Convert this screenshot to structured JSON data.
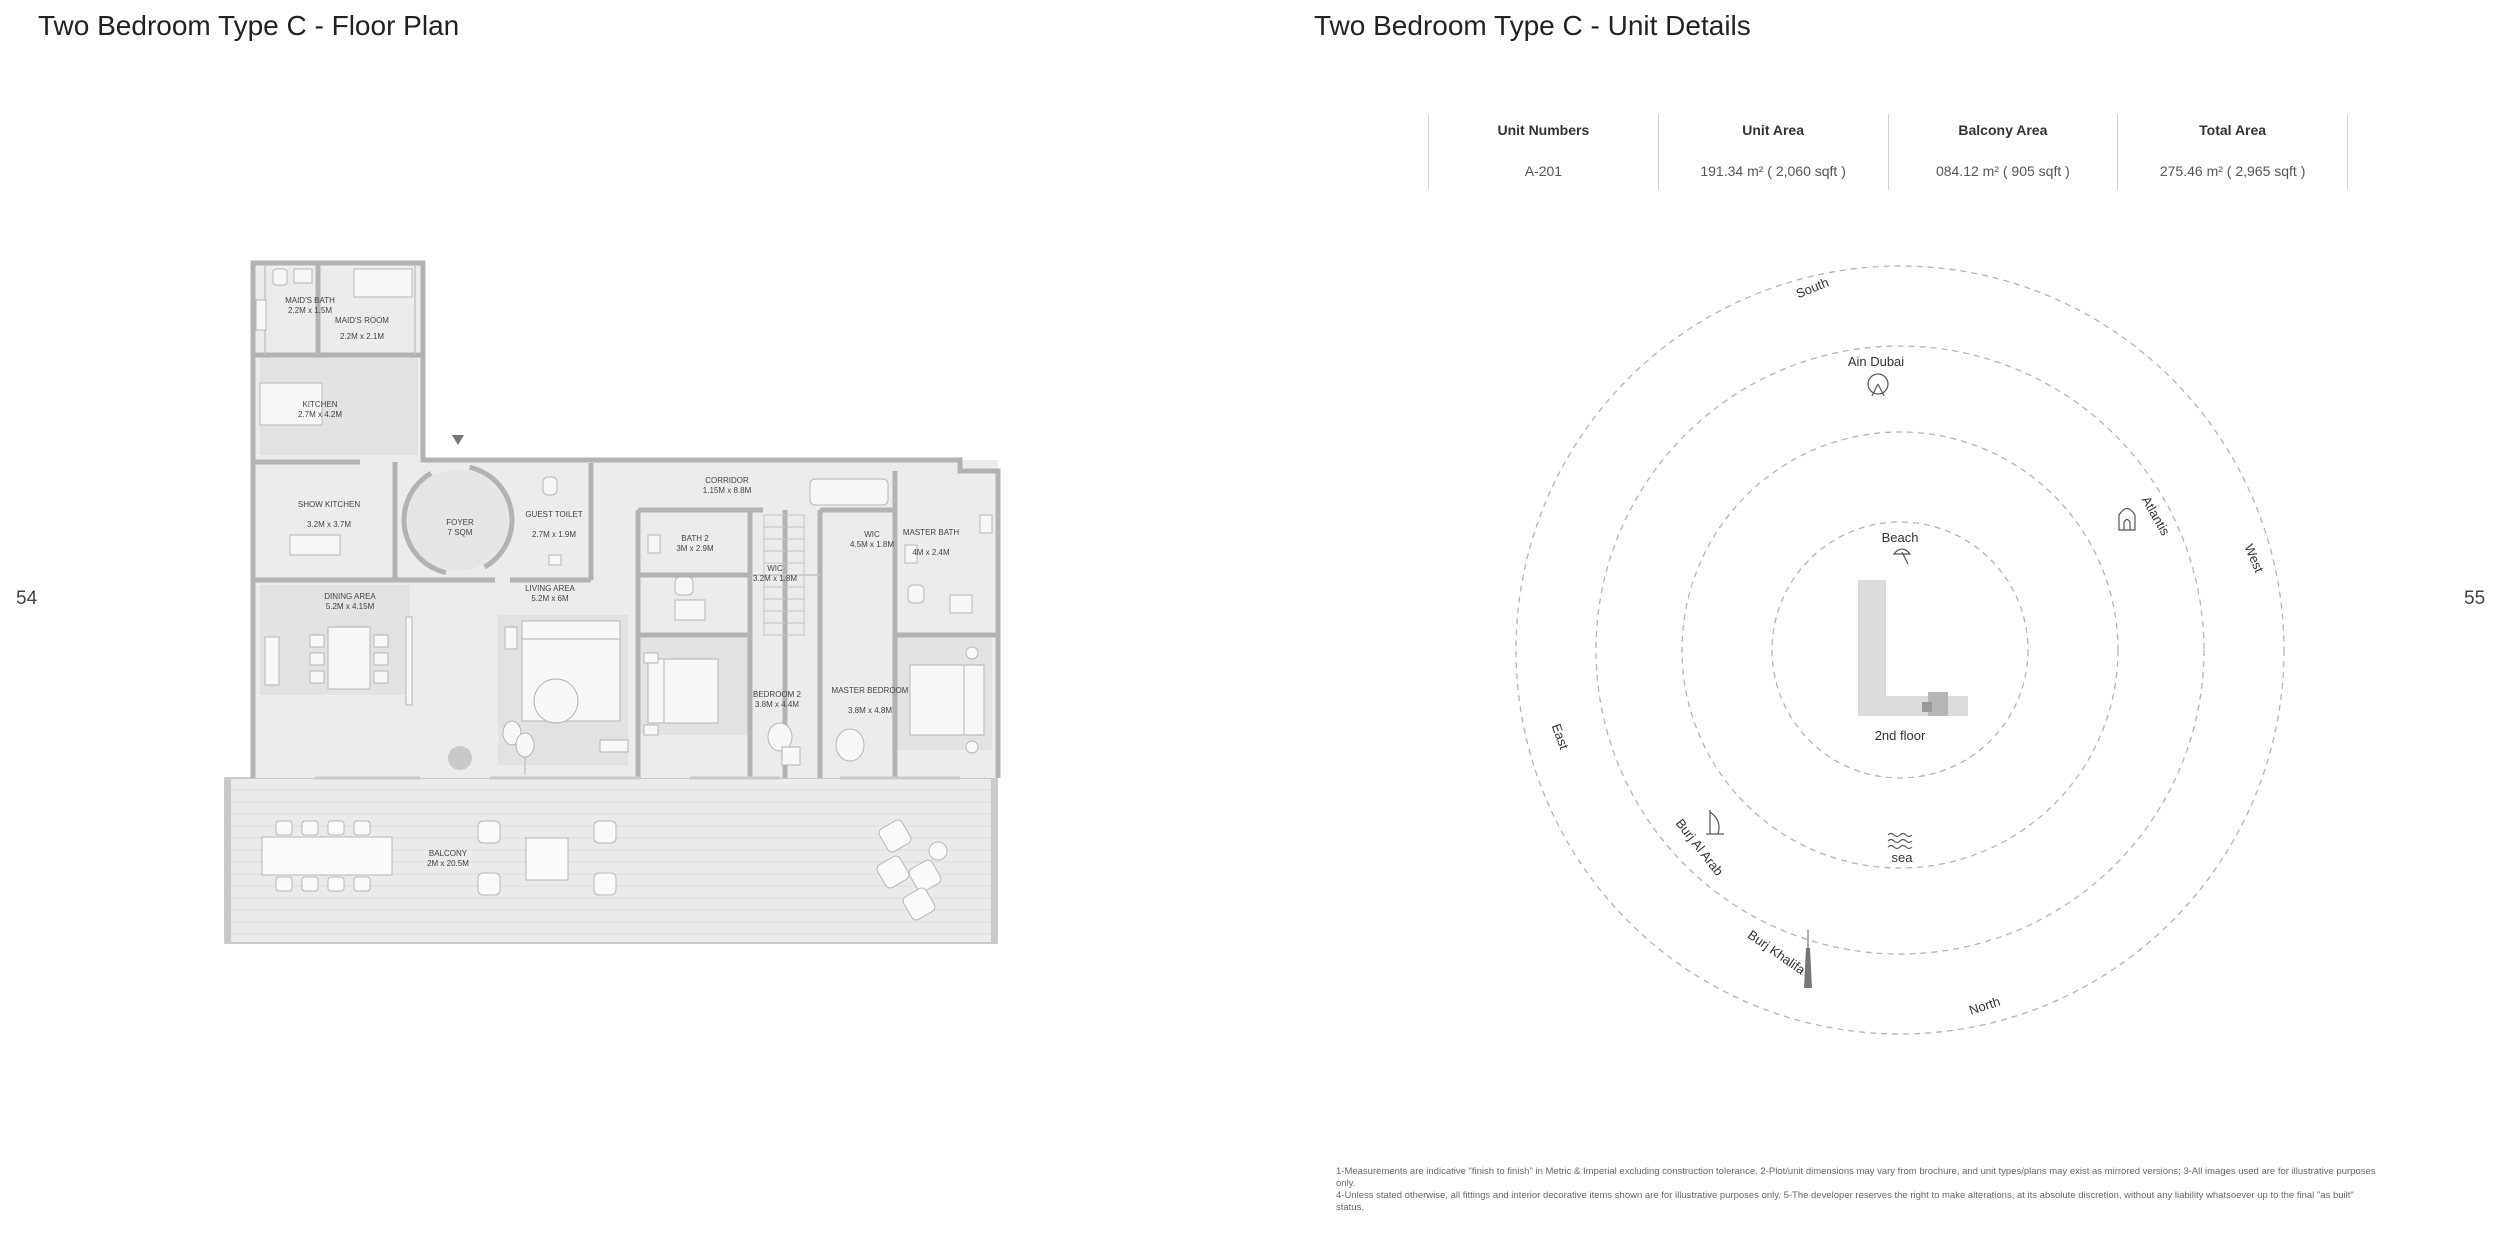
{
  "left_page": {
    "title": "Two Bedroom Type C - Floor Plan",
    "page_number": "54"
  },
  "right_page": {
    "title": "Two Bedroom Type C - Unit Details",
    "page_number": "55"
  },
  "unit_details": {
    "headers": [
      "Unit Numbers",
      "Unit Area",
      "Balcony Area",
      "Total Area"
    ],
    "values": [
      "A-201",
      "191.34 m² ( 2,060 sqft )",
      "084.12 m² ( 905 sqft )",
      "275.46 m² ( 2,965 sqft )"
    ]
  },
  "floor_plan": {
    "rooms": {
      "maids_bath": {
        "name": "MAID'S BATH",
        "size": "2.2M x 1.5M"
      },
      "maids_room": {
        "name": "MAID'S ROOM",
        "size": "2.2M x 2.1M"
      },
      "kitchen": {
        "name": "KITCHEN",
        "size": "2.7M x 4.2M"
      },
      "show_kitchen": {
        "name": "SHOW KITCHEN",
        "size": "3.2M x 3.7M"
      },
      "foyer": {
        "name": "FOYER",
        "size": "7 SQM"
      },
      "guest_toilet": {
        "name": "GUEST TOILET",
        "size": "2.7M x 1.9M"
      },
      "corridor": {
        "name": "CORRIDOR",
        "size": "1.15M x 8.8M"
      },
      "bath_2": {
        "name": "BATH 2",
        "size": "3M x 2.9M"
      },
      "wic_1": {
        "name": "WIC",
        "size": "4.5M x 1.8M"
      },
      "wic_2": {
        "name": "WIC",
        "size": "3.2M x 1.8M"
      },
      "master_bath": {
        "name": "MASTER BATH",
        "size": "4M x 2.4M"
      },
      "dining_area": {
        "name": "DINING AREA",
        "size": "5.2M x 4.15M"
      },
      "living_area": {
        "name": "LIVING AREA",
        "size": "5.2M x 6M"
      },
      "bedroom_2": {
        "name": "BEDROOM 2",
        "size": "3.8M x 4.4M"
      },
      "master_bedroom": {
        "name": "MASTER BEDROOM",
        "size": "3.8M x 4.8M"
      },
      "balcony": {
        "name": "BALCONY",
        "size": "2M x 20.5M"
      }
    }
  },
  "orientation": {
    "directions": {
      "south": "South",
      "west": "West",
      "north": "North",
      "east": "East"
    },
    "landmarks": {
      "ain_dubai": "Ain Dubai",
      "atlantis": "Atlantis",
      "beach": "Beach",
      "sea": "sea",
      "burj_al_arab": "Burj Al Arab",
      "burj_khalifa": "Burj Khalifa"
    },
    "floor_label": "2nd floor",
    "icons": [
      "ferris-wheel-icon",
      "atlantis-icon",
      "umbrella-icon",
      "waves-icon",
      "burj-al-arab-icon",
      "burj-khalifa-icon"
    ]
  },
  "disclaimer": {
    "line1": "1-Measurements are indicative \"finish to finish\" in Metric & Imperial excluding construction tolerance. 2-Plot/unit dimensions may vary from brochure, and unit types/plans may exist as mirrored versions; 3-All images used are for illustrative purposes only.",
    "line2": "4-Unless stated otherwise, all fittings and interior decorative items shown are for illustrative purposes only. 5-The developer reserves the right to make alterations, at its absolute discretion, without any liability whatsoever up to the final \"as built\" status."
  }
}
